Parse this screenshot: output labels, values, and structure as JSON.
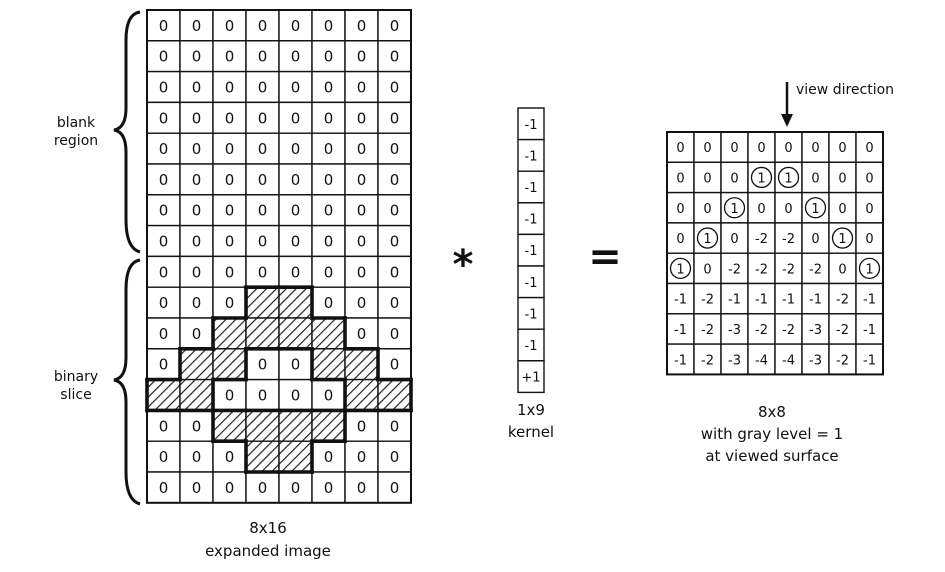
{
  "labels": {
    "blank_region": [
      "blank",
      "region"
    ],
    "binary_slice": [
      "binary",
      "slice"
    ],
    "expanded_caption": [
      "8x16",
      "expanded image"
    ],
    "kernel_caption": [
      "1x9",
      "kernel"
    ],
    "result_caption": [
      "8x8",
      "with gray level = 1",
      "at viewed surface"
    ],
    "view_direction": "view direction"
  },
  "operators": {
    "convolve": "*",
    "equals": "="
  },
  "expanded_image": {
    "rows": [
      [
        "0",
        "0",
        "0",
        "0",
        "0",
        "0",
        "0",
        "0"
      ],
      [
        "0",
        "0",
        "0",
        "0",
        "0",
        "0",
        "0",
        "0"
      ],
      [
        "0",
        "0",
        "0",
        "0",
        "0",
        "0",
        "0",
        "0"
      ],
      [
        "0",
        "0",
        "0",
        "0",
        "0",
        "0",
        "0",
        "0"
      ],
      [
        "0",
        "0",
        "0",
        "0",
        "0",
        "0",
        "0",
        "0"
      ],
      [
        "0",
        "0",
        "0",
        "0",
        "0",
        "0",
        "0",
        "0"
      ],
      [
        "0",
        "0",
        "0",
        "0",
        "0",
        "0",
        "0",
        "0"
      ],
      [
        "0",
        "0",
        "0",
        "0",
        "0",
        "0",
        "0",
        "0"
      ],
      [
        "0",
        "0",
        "0",
        "0",
        "0",
        "0",
        "0",
        "0"
      ],
      [
        "0",
        "0",
        "0",
        "1",
        "1",
        "0",
        "0",
        "0"
      ],
      [
        "0",
        "0",
        "1",
        "1",
        "1",
        "1",
        "0",
        "0"
      ],
      [
        "0",
        "1",
        "1",
        "0",
        "0",
        "1",
        "1",
        "0"
      ],
      [
        "1",
        "1",
        "0",
        "0",
        "0",
        "0",
        "1",
        "1"
      ],
      [
        "0",
        "0",
        "1",
        "1",
        "1",
        "1",
        "0",
        "0"
      ],
      [
        "0",
        "0",
        "0",
        "1",
        "1",
        "0",
        "0",
        "0"
      ],
      [
        "0",
        "0",
        "0",
        "0",
        "0",
        "0",
        "0",
        "0"
      ]
    ]
  },
  "kernel": {
    "values": [
      "-1",
      "-1",
      "-1",
      "-1",
      "-1",
      "-1",
      "-1",
      "-1",
      "+1"
    ]
  },
  "result": {
    "rows": [
      [
        "0",
        "0",
        "0",
        "0",
        "0",
        "0",
        "0",
        "0"
      ],
      [
        "0",
        "0",
        "0",
        "1",
        "1",
        "0",
        "0",
        "0"
      ],
      [
        "0",
        "0",
        "1",
        "0",
        "0",
        "1",
        "0",
        "0"
      ],
      [
        "0",
        "1",
        "0",
        "-2",
        "-2",
        "0",
        "1",
        "0"
      ],
      [
        "1",
        "0",
        "-2",
        "-2",
        "-2",
        "-2",
        "0",
        "1"
      ],
      [
        "-1",
        "-2",
        "-1",
        "-1",
        "-1",
        "-1",
        "-2",
        "-1"
      ],
      [
        "-1",
        "-2",
        "-3",
        "-2",
        "-2",
        "-3",
        "-2",
        "-1"
      ],
      [
        "-1",
        "-2",
        "-3",
        "-4",
        "-4",
        "-3",
        "-2",
        "-1"
      ]
    ]
  }
}
